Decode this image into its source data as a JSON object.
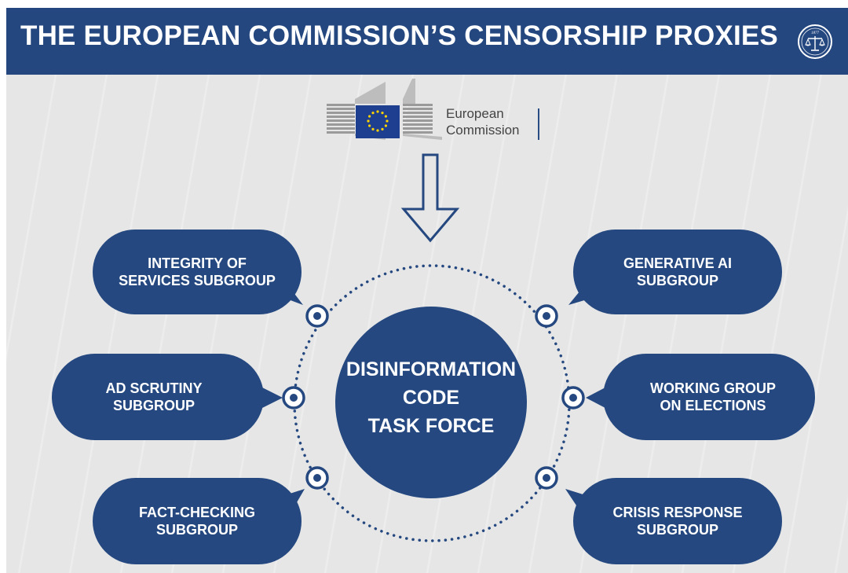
{
  "header": {
    "title": "THE EUROPEAN COMMISSION’S CENSORSHIP PROXIES",
    "seal_year": "1877",
    "colors": {
      "banner": "#25477f",
      "background": "#e6e6e6",
      "node": "#24487f"
    }
  },
  "logo": {
    "line1": "European",
    "line2": "Commission",
    "flag_color": "#1e3f8f",
    "star_color": "#ffd200"
  },
  "core": {
    "line1": "DISINFORMATION",
    "line2": "CODE",
    "line3": "TASK FORCE"
  },
  "subgroups": [
    {
      "id": "integrity",
      "line1": "INTEGRITY OF",
      "line2": "SERVICES SUBGROUP"
    },
    {
      "id": "generative",
      "line1": "GENERATIVE AI",
      "line2": "SUBGROUP"
    },
    {
      "id": "ad",
      "line1": "AD SCRUTINY",
      "line2": "SUBGROUP"
    },
    {
      "id": "elections",
      "line1": "WORKING GROUP",
      "line2": "ON ELECTIONS"
    },
    {
      "id": "factcheck",
      "line1": "FACT-CHECKING",
      "line2": "SUBGROUP"
    },
    {
      "id": "crisis",
      "line1": "CRISIS RESPONSE",
      "line2": "SUBGROUP"
    }
  ]
}
